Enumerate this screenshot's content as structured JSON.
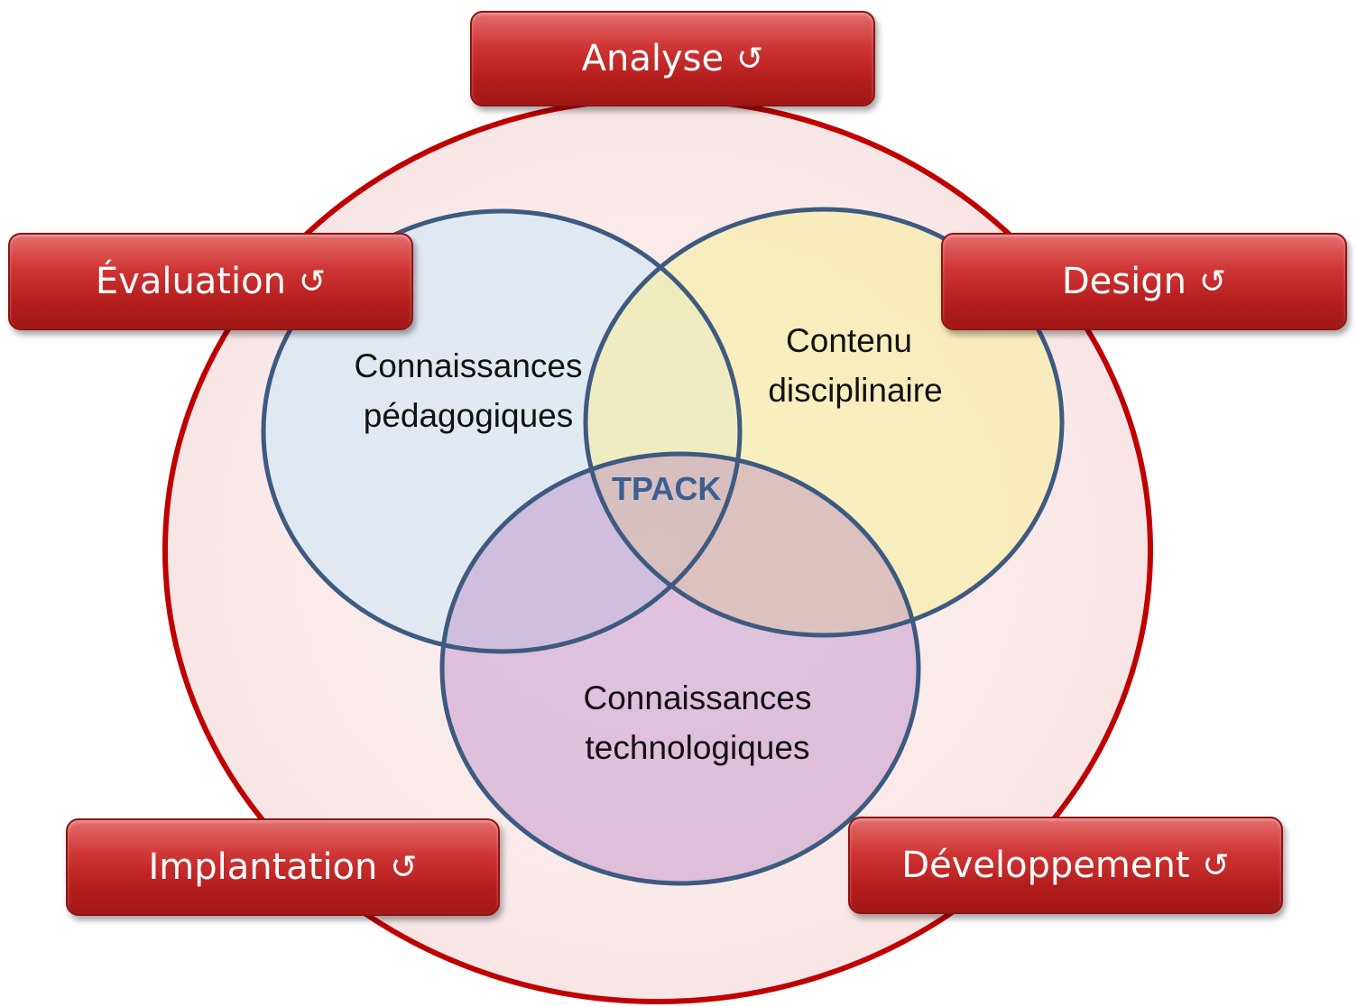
{
  "colors": {
    "outer_ring_stroke": "#c00000",
    "outer_ring_fill": "#fbecec",
    "venn_stroke": "#3d5a80",
    "pedagogical_fill": "#dce8f2",
    "content_fill": "#f7f0a6",
    "technology_fill": "#c9a7d2",
    "stage_box": "#c62828",
    "core_text": "#3d5f8f"
  },
  "stages": [
    {
      "id": "analyse",
      "label": "Analyse",
      "icon": "cycle-arrow-icon"
    },
    {
      "id": "evaluation",
      "label": "Évaluation",
      "icon": "cycle-arrow-icon"
    },
    {
      "id": "design",
      "label": "Design",
      "icon": "cycle-arrow-icon"
    },
    {
      "id": "implantation",
      "label": "Implantation",
      "icon": "cycle-arrow-icon"
    },
    {
      "id": "developpement",
      "label": "Développement",
      "icon": "cycle-arrow-icon"
    }
  ],
  "cycle_symbol": "↺",
  "venn": {
    "pedagogical": {
      "line1": "Connaissances",
      "line2": "pédagogiques"
    },
    "content": {
      "line1": "Contenu",
      "line2": "disciplinaire"
    },
    "technology": {
      "line1": "Connaissances",
      "line2": "technologiques"
    },
    "core": "TPACK"
  }
}
